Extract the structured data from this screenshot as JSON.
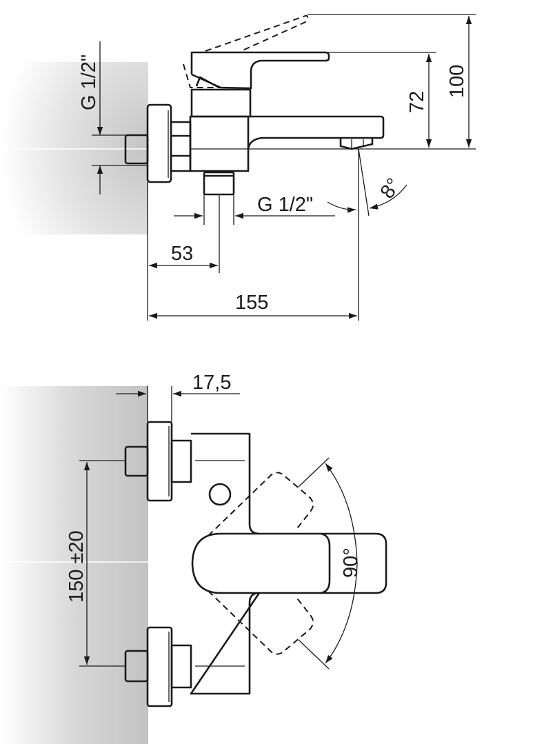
{
  "title": "Bath mixer dimension drawing",
  "side_view": {
    "inlet_thread": "G 1/2\"",
    "outlet_thread": "G 1/2\"",
    "spout_angle": "8°",
    "dim_outlet_offset": "53",
    "dim_projection": "155",
    "dim_spout_height": "72",
    "dim_total_height": "100"
  },
  "top_view": {
    "dim_flange": "17,5",
    "dim_centres": "150 ±20",
    "lever_rotation": "90°"
  },
  "colors": {
    "line": "#1a1a1a",
    "wall_shade": "#c8c8c8"
  }
}
